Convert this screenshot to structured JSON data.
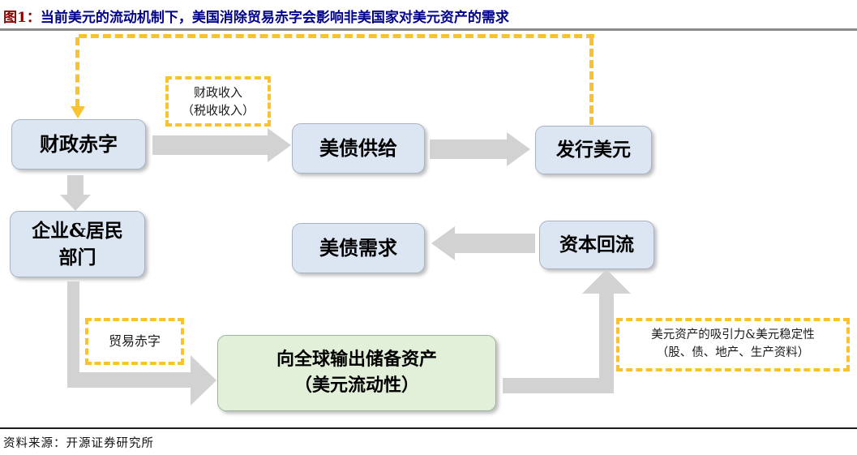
{
  "title": {
    "prefix": "图1：",
    "text": "当前美元的流动机制下，美国消除贸易赤字会影响非美国家对美元资产的需求"
  },
  "colors": {
    "title_prefix": "#8b0000",
    "title_navy": "#00008b",
    "node_blue": "#dce6f2",
    "node_green": "#e2f0d9",
    "gold": "#fcc22d",
    "arrow_gray": "#d2d2d2",
    "rule_gray": "#8a8a8a"
  },
  "nodes": {
    "fiscal_deficit": {
      "label": "财政赤字"
    },
    "treasury_supply": {
      "label": "美债供给"
    },
    "issue_usd": {
      "label": "发行美元"
    },
    "corp_household": {
      "line1": "企业&居民",
      "line2": "部门"
    },
    "treasury_demand": {
      "label": "美债需求"
    },
    "capital_return": {
      "label": "资本回流"
    },
    "export_reserve": {
      "line1": "向全球输出储备资产",
      "line2": "（美元流动性）"
    }
  },
  "annotations": {
    "fiscal_revenue": {
      "line1": "财政收入",
      "line2": "（税收收入）"
    },
    "trade_deficit": {
      "label": "贸易赤字"
    },
    "usd_attractiveness": {
      "line1": "美元资产的吸引力&美元稳定性",
      "line2": "（股、债、地产、生产资料）"
    }
  },
  "footer": {
    "source": "资料来源：开源证券研究所"
  }
}
